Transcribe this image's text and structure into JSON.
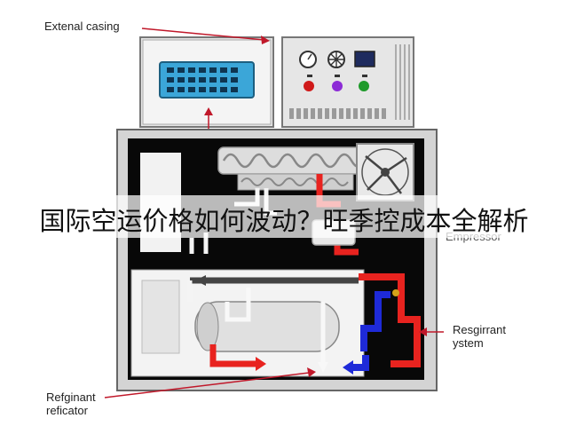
{
  "labels": {
    "external_casing": "Extenal casing",
    "empressor": "Empressor",
    "resgirrant_line1": "Resgirrant",
    "resgirrant_line2": "ystem",
    "refig_line1": "Refginant",
    "refig_line2": "reficator"
  },
  "overlay_title": "国际空运价格如何波动？旺季控成本全解析",
  "colors": {
    "hot_line": "#e8231f",
    "cold_line": "#1e2ad8",
    "pointer_arrow": "#c0182a",
    "casing": "#d9d9d9",
    "interior": "#080808",
    "screen": "#3ba6d8"
  },
  "indicators": [
    "red",
    "purple",
    "green"
  ]
}
